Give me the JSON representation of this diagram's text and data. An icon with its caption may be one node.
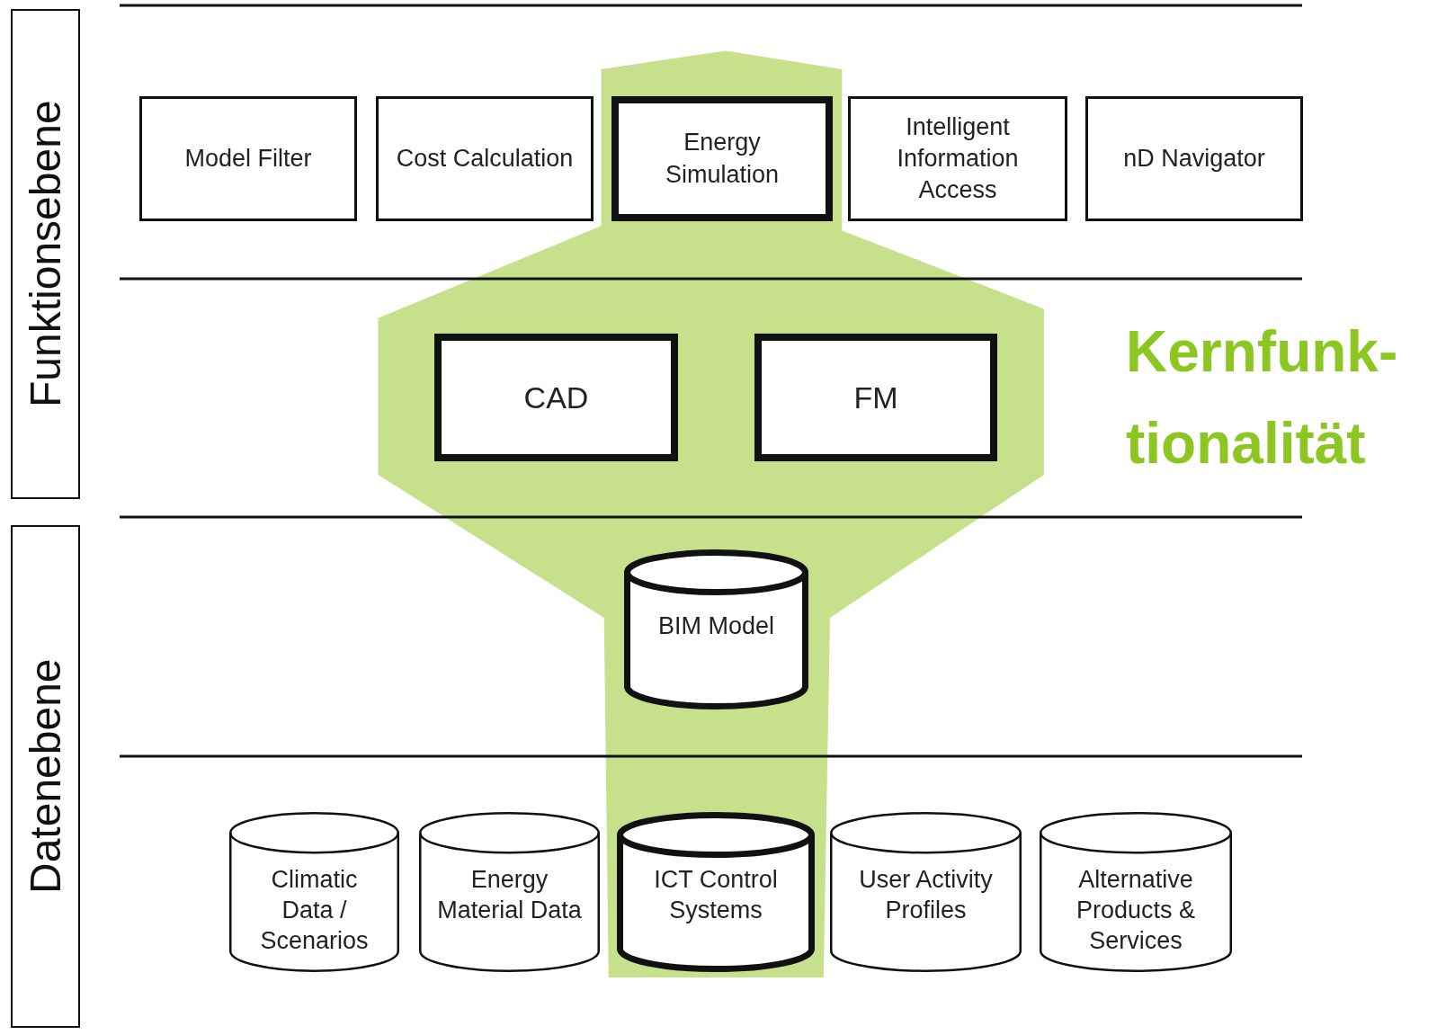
{
  "diagram": {
    "nodes": [
      {
        "text": [
          "Funktionsebene"
        ]
      },
      {
        "text": [
          "Datenebene"
        ]
      },
      {
        "text": [
          "Model Filter"
        ]
      },
      {
        "text": [
          "Cost Calculation"
        ]
      },
      {
        "text": [
          "Energy Simulation"
        ]
      },
      {
        "text": [
          "Intelligent Information Access"
        ]
      },
      {
        "text": [
          "nD Navigator"
        ]
      },
      {
        "text": [
          "CAD"
        ]
      },
      {
        "text": [
          "FM"
        ]
      },
      {
        "text": [
          "BIM Model"
        ]
      },
      {
        "text": [
          "Climatic Data / Scenarios"
        ]
      },
      {
        "text": [
          "Energy Material Data"
        ]
      },
      {
        "text": [
          "ICT Control Systems"
        ]
      },
      {
        "text": [
          "User Activity Profiles"
        ]
      },
      {
        "text": [
          "Alternative Products & Services"
        ]
      }
    ],
    "labels": [
      "Kernfunk- tionalität"
    ]
  }
}
